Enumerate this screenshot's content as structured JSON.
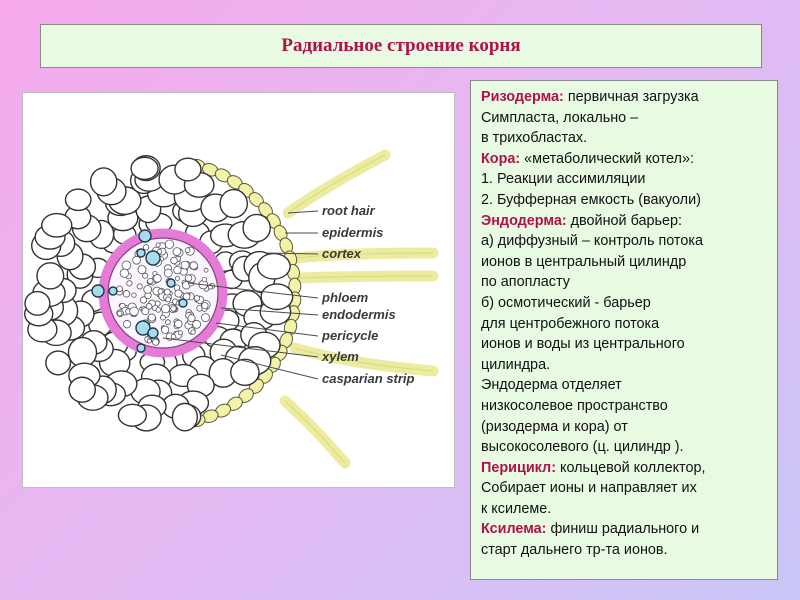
{
  "title": "Радиальное строение корня",
  "figure": {
    "labels": [
      "root hair",
      "epidermis",
      "cortex",
      "phloem",
      "endodermis",
      "pericycle",
      "xylem",
      "casparian strip"
    ]
  },
  "description": {
    "lines": [
      {
        "label": "Ризодерма:",
        "text": " первичная  загрузка"
      },
      {
        "text": "Симпласта,  локально  –"
      },
      {
        "text": "в трихобластах."
      },
      {
        "label": "Кора:",
        "text": " «метаболический  котел»:"
      },
      {
        "text": "1. Реакции ассимиляции"
      },
      {
        "text": "2. Буфферная емкость (вакуоли)"
      },
      {
        "label": "Эндодерма:",
        "text": " двойной барьер:"
      },
      {
        "text": "а) диффузный  – контроль потока"
      },
      {
        "text": "ионов в центральный  цилиндр"
      },
      {
        "text": "по апопласту"
      },
      {
        "text": "б) осмотический  - барьер"
      },
      {
        "text": "для центробежного потока"
      },
      {
        "text": "ионов и воды из центрального"
      },
      {
        "text": "цилиндра."
      },
      {
        "text": "Эндодерма  отделяет"
      },
      {
        "text": "низкосолевое пространство"
      },
      {
        "text": "(ризодерма  и кора) от"
      },
      {
        "text": "высокосолевого (ц. цилиндр  )."
      },
      {
        "label": "Перицикл:",
        "text": " кольцевой коллектор,"
      },
      {
        "text": "Собирает ионы и направляет  их"
      },
      {
        "text": "к ксилеме."
      },
      {
        "label": "Ксилема:",
        "text": " финиш  радиального  и"
      },
      {
        "text": "старт дальнего тр-та ионов."
      }
    ]
  }
}
